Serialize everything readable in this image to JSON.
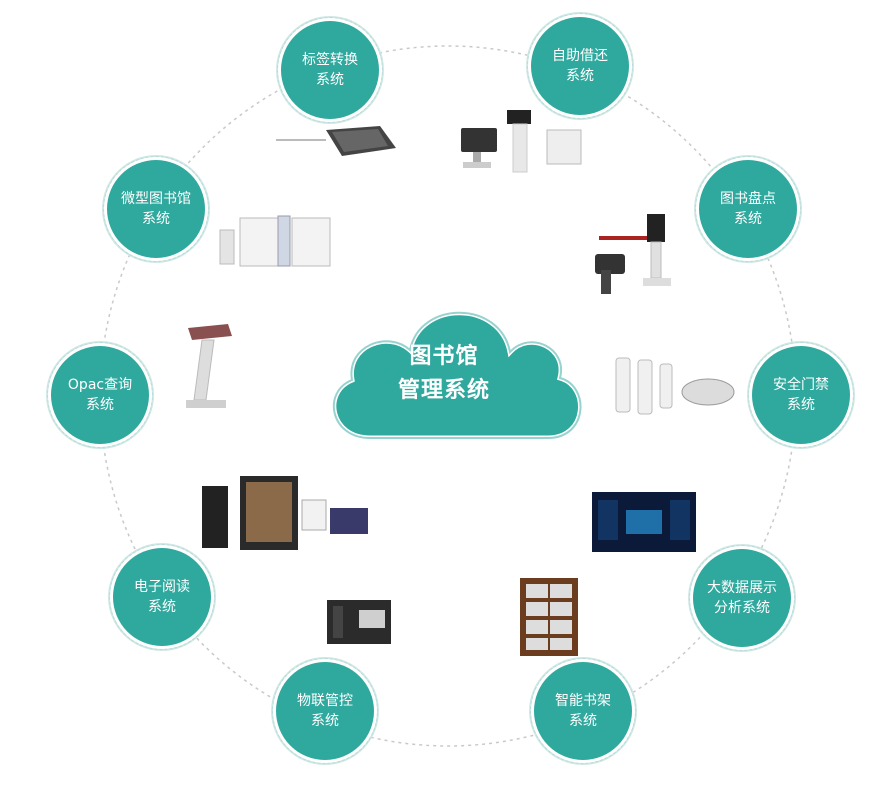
{
  "center": {
    "line1": "图书馆",
    "line2": "管理系统"
  },
  "nodes": [
    {
      "id": "label-conversion",
      "line1": "标签转换",
      "line2": "系统"
    },
    {
      "id": "self-service",
      "line1": "自助借还",
      "line2": "系统"
    },
    {
      "id": "inventory",
      "line1": "图书盘点",
      "line2": "系统"
    },
    {
      "id": "security-gate",
      "line1": "安全门禁",
      "line2": "系统"
    },
    {
      "id": "big-data",
      "line1": "大数据展示",
      "line2": "分析系统"
    },
    {
      "id": "smart-shelf",
      "line1": "智能书架",
      "line2": "系统"
    },
    {
      "id": "iot-control",
      "line1": "物联管控",
      "line2": "系统"
    },
    {
      "id": "e-reading",
      "line1": "电子阅读",
      "line2": "系统"
    },
    {
      "id": "opac",
      "line1": "Opac查询",
      "line2": "系统"
    },
    {
      "id": "micro-library",
      "line1": "微型图书馆",
      "line2": "系统"
    }
  ],
  "colors": {
    "teal": "#2fa89e",
    "ring": "#c9c9c9"
  }
}
